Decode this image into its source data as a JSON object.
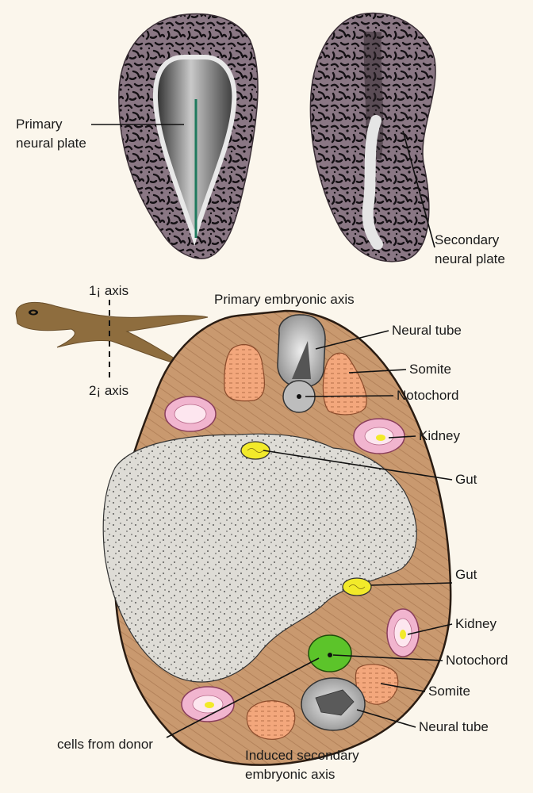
{
  "top_panel": {
    "primary_label_line1": "Primary",
    "primary_label_line2": "neural plate",
    "secondary_label_line1": "Secondary",
    "secondary_label_line2": "neural plate"
  },
  "inset": {
    "axis1_label": "1¡ axis",
    "axis2_label": "2¡ axis"
  },
  "section": {
    "primary_axis_title": "Primary embryonic axis",
    "primary": {
      "neural_tube": "Neural tube",
      "somite": "Somite",
      "notochord": "Notochord",
      "kidney": "Kidney",
      "gut": "Gut"
    },
    "secondary": {
      "gut": "Gut",
      "kidney": "Kidney",
      "notochord": "Notochord",
      "somite": "Somite",
      "neural_tube": "Neural tube"
    },
    "donor_label": "cells from donor",
    "secondary_axis_title_line1": "Induced secondary",
    "secondary_axis_title_line2": "embryonic axis"
  },
  "colors": {
    "background": "#fbf6ec",
    "embryo_skin": "#5e4b56",
    "tissue": "#c9996f",
    "cavity": "#dedcd6",
    "somite": "#f3a77c",
    "kidney": "#f1b5cf",
    "gut": "#f2ea2a",
    "donor_notochord": "#5cc42a",
    "neural_plate_stripe": "#1f7a5e"
  }
}
